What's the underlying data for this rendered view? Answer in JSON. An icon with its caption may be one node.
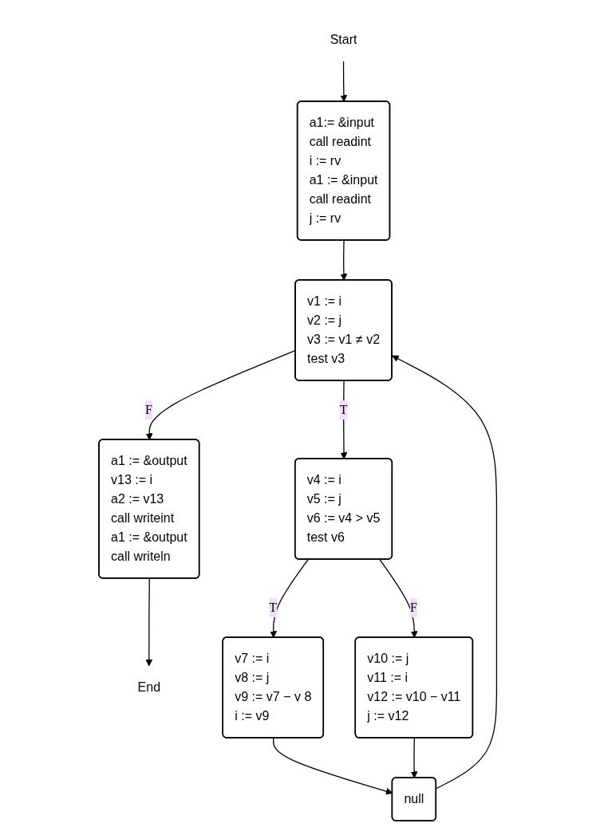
{
  "diagram": {
    "nodes": [
      {
        "text": [
          "Start"
        ]
      },
      {
        "text": [
          "a1:= &input",
          "call readint",
          "i := rv",
          "a1 := &input",
          "call readint",
          "j := rv"
        ]
      },
      {
        "text": [
          "v1 := i",
          "v2 := j",
          "v3 := v1 ≠ v2",
          "test v3"
        ]
      },
      {
        "text": [
          "a1 := &output",
          "v13 := i",
          "a2 := v13",
          "call writeint",
          "a1 := &output",
          "call writeln"
        ]
      },
      {
        "text": [
          "End"
        ]
      },
      {
        "text": [
          "v4 := i",
          "v5 := j",
          "v6 := v4 > v5",
          "test v6"
        ]
      },
      {
        "text": [
          "v7 := i",
          "v8 := j",
          "v9 := v7 − v 8",
          "i := v9"
        ]
      },
      {
        "text": [
          "v10 := j",
          "v11 := i",
          "v12 := v10 − v11",
          "j := v12"
        ]
      },
      {
        "text": [
          "null"
        ]
      }
    ],
    "edges": [
      {
        "from": 0,
        "to": 1,
        "arrow": "to"
      },
      {
        "from": 1,
        "to": 2,
        "arrow": "to"
      },
      {
        "from": 2,
        "to": 3,
        "arrow": "to",
        "label": "F"
      },
      {
        "from": 2,
        "to": 5,
        "arrow": "to",
        "label": "T"
      },
      {
        "from": 3,
        "to": 4,
        "arrow": "to"
      },
      {
        "from": 5,
        "to": 6,
        "arrow": "to",
        "label": "T"
      },
      {
        "from": 5,
        "to": 7,
        "arrow": "to",
        "label": "F"
      },
      {
        "from": 6,
        "to": 8,
        "arrow": "to"
      },
      {
        "from": 7,
        "to": 8,
        "arrow": "to"
      },
      {
        "from": 8,
        "to": 2,
        "arrow": "to"
      }
    ]
  }
}
